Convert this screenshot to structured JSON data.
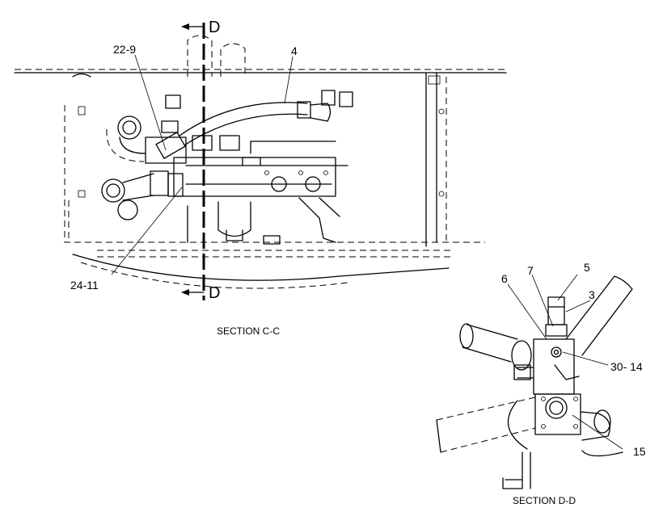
{
  "section_cc": {
    "cut_marker_top": "D",
    "cut_marker_bottom": "D",
    "callouts": [
      "22-9",
      "4",
      "24-11"
    ],
    "caption": "SECTION C-C"
  },
  "section_dd": {
    "callouts": [
      "5",
      "3",
      "6",
      "7",
      "30- 14",
      "15"
    ],
    "caption": "SECTION D-D"
  }
}
